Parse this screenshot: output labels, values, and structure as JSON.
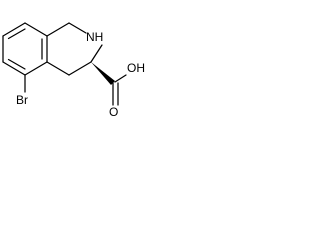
{
  "molecule": {
    "labels": {
      "nh": "NH",
      "oh": "OH",
      "o": "O",
      "br": "Br"
    },
    "colors": {
      "bond": "#000000",
      "text": "#000000",
      "background": "#ffffff"
    }
  }
}
